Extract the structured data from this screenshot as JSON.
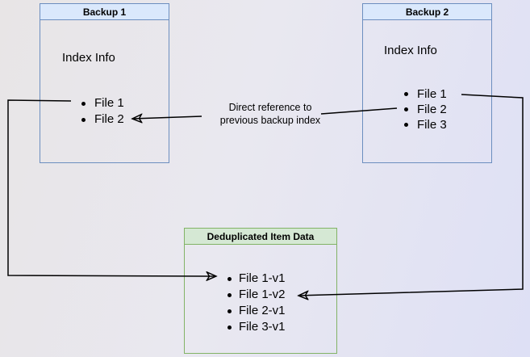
{
  "backup1": {
    "title": "Backup 1",
    "subtitle": "Index Info",
    "items": [
      "File 1",
      "File 2"
    ]
  },
  "backup2": {
    "title": "Backup 2",
    "subtitle": "Index Info",
    "items": [
      "File 1",
      "File 2",
      "File 3"
    ]
  },
  "dedup": {
    "title": "Deduplicated Item Data",
    "items": [
      "File 1-v1",
      "File 1-v2",
      "File 2-v1",
      "File 3-v1"
    ]
  },
  "edge_label": {
    "line1": "Direct reference to",
    "line2": "previous backup index"
  },
  "colors": {
    "blue_border": "#6c8ebf",
    "blue_header_fill": "#dae8fc",
    "green_border": "#82b366",
    "green_header_fill": "#d5e8d4",
    "arrow": "#000000",
    "background_left": "#e8e5e6",
    "background_right": "#dee0f5"
  }
}
